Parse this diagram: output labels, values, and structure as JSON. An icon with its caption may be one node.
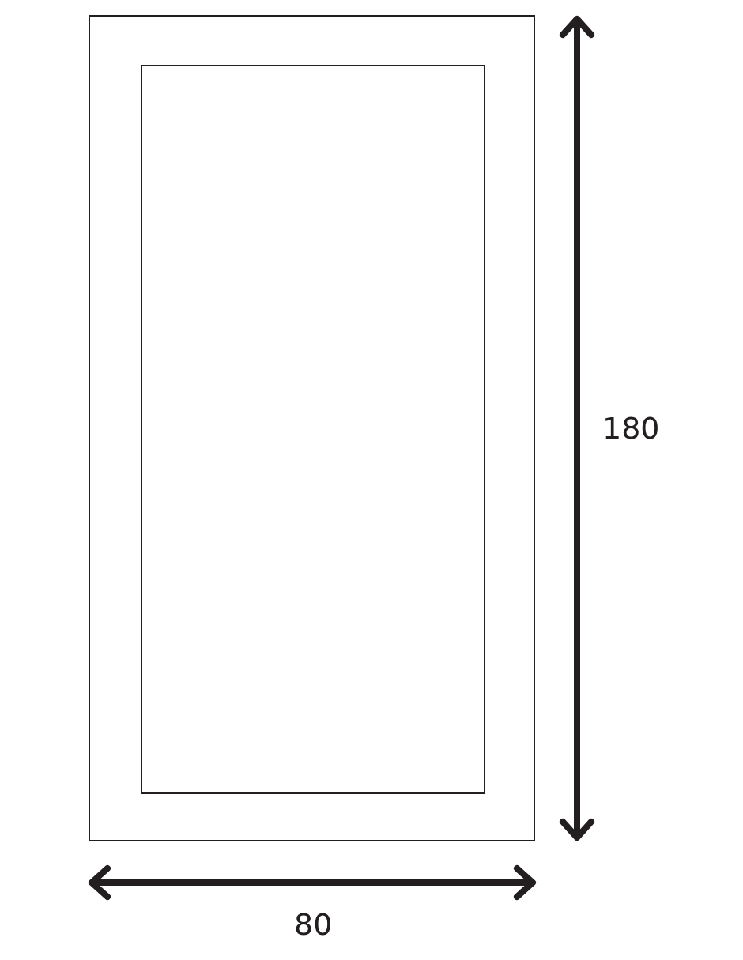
{
  "diagram": {
    "nodes": [
      {
        "text": [],
        "shape": "box"
      },
      {
        "text": [],
        "shape": "box",
        "in": 0
      }
    ],
    "labels": [
      "180",
      "80"
    ]
  }
}
